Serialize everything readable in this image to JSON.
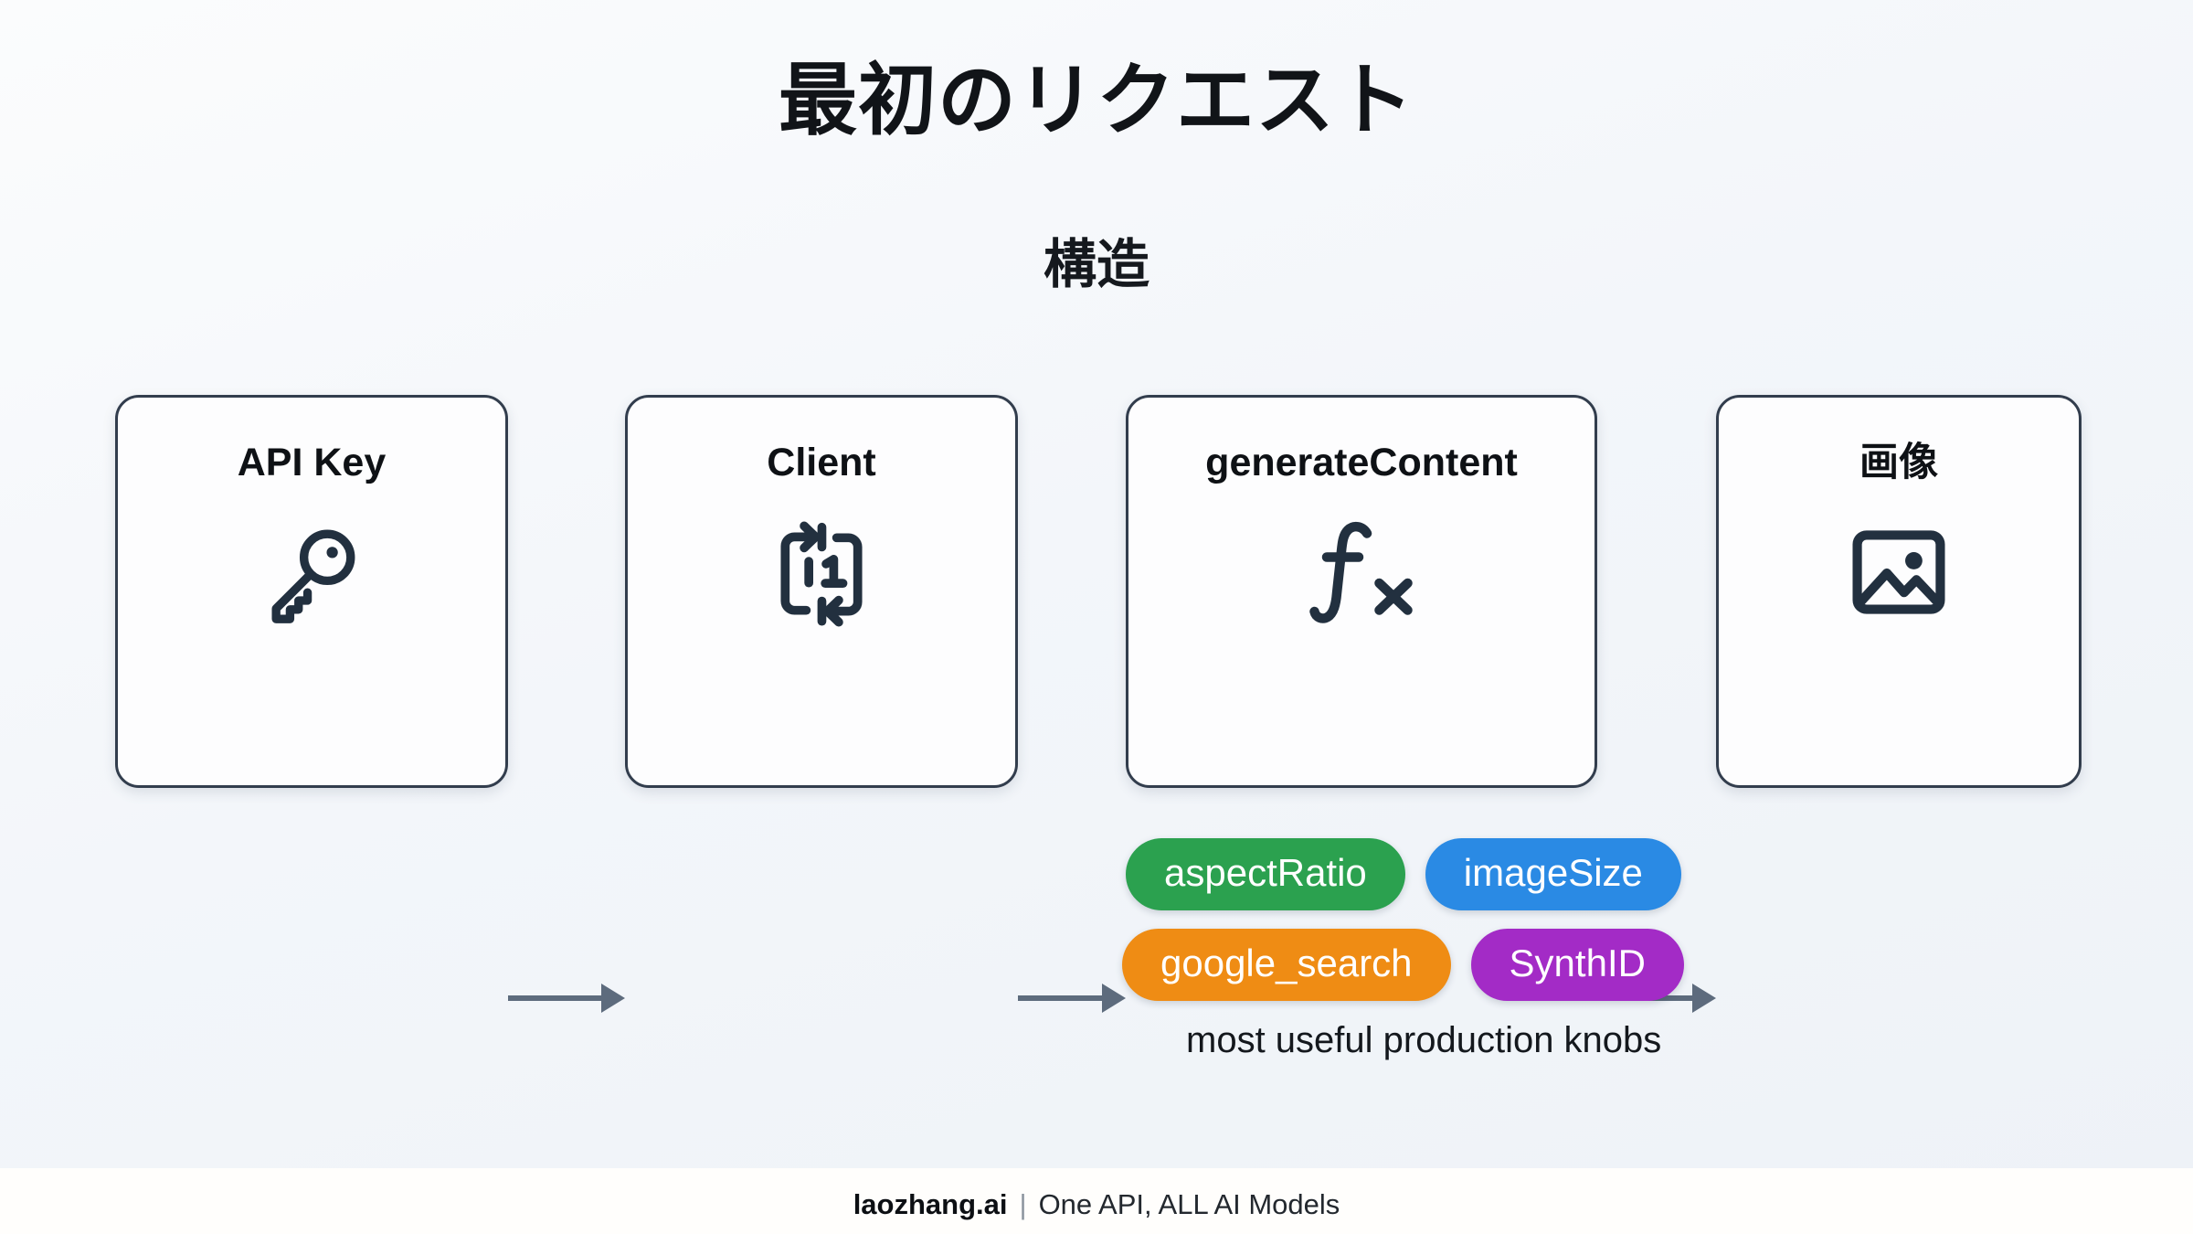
{
  "title": "最初のリクエスト",
  "subtitle": "構造",
  "flow": {
    "cards": [
      {
        "label": "API Key",
        "icon": "key-icon"
      },
      {
        "label": "Client",
        "icon": "exchange-arrows-icon"
      },
      {
        "label": "generateContent",
        "icon": "function-fx-icon"
      },
      {
        "label": "画像",
        "icon": "image-picture-icon"
      }
    ],
    "arrow_color": "#5d6b7d",
    "card_border_color": "#323d4d",
    "card_background": "#fdfdfe"
  },
  "knobs": {
    "pills": [
      {
        "label": "aspectRatio",
        "color": "#2ba14f"
      },
      {
        "label": "imageSize",
        "color": "#2a8ae4"
      },
      {
        "label": "google_search",
        "color": "#ef8c14"
      },
      {
        "label": "SynthID",
        "color": "#a32bc6"
      }
    ],
    "caption": "most useful production knobs"
  },
  "footer": {
    "brand": "laozhang.ai",
    "separator": "|",
    "tagline": "One API, ALL AI Models"
  }
}
